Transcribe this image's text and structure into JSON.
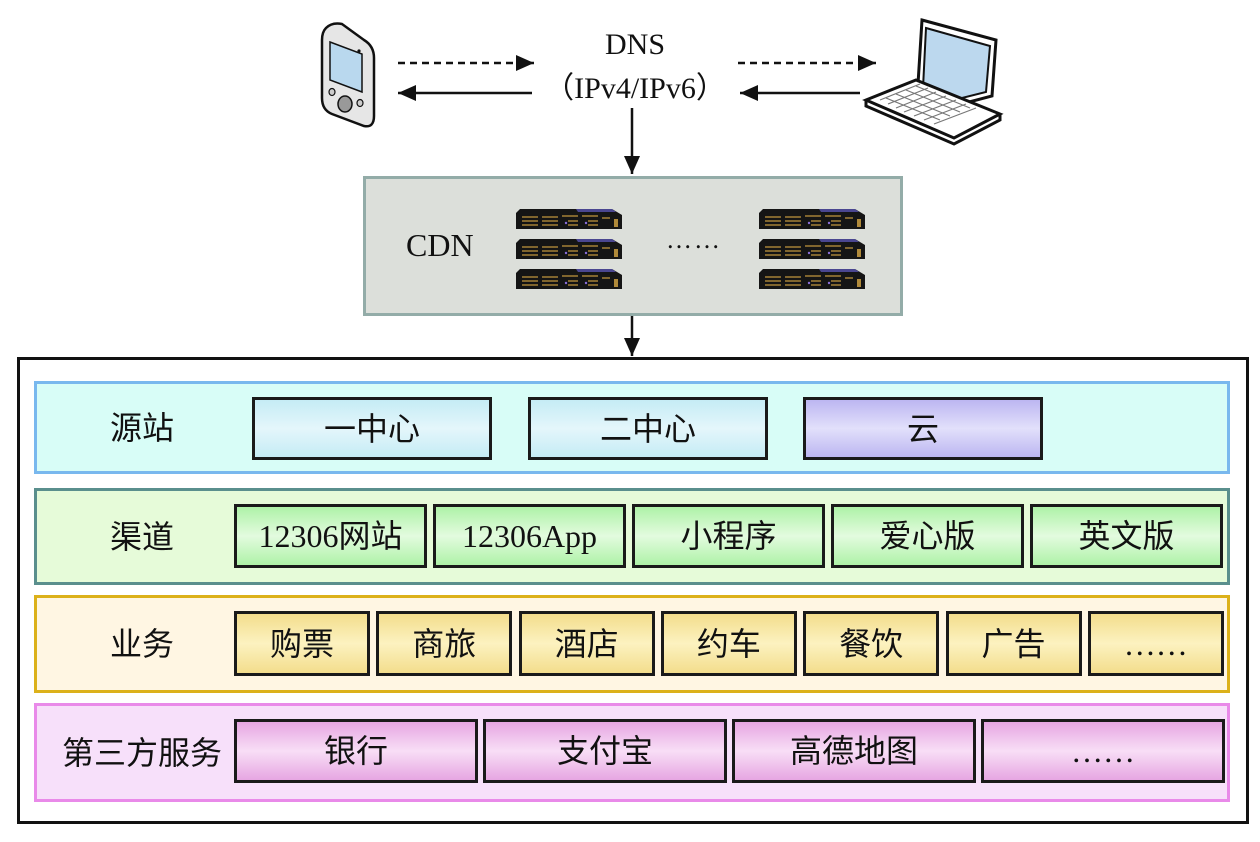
{
  "dns": {
    "title": "DNS",
    "subtitle": "（IPv4/IPv6）"
  },
  "clients": [
    {
      "name": "mobile-phone",
      "icon": "mobile-phone-icon"
    },
    {
      "name": "laptop",
      "icon": "laptop-icon"
    }
  ],
  "cdn": {
    "label": "CDN",
    "ellipsis": "……",
    "server_groups": 2,
    "servers_per_group": 3
  },
  "layers": [
    {
      "id": "origin",
      "label": "源站",
      "items": [
        "一中心",
        "二中心",
        "云"
      ]
    },
    {
      "id": "channel",
      "label": "渠道",
      "items": [
        "12306网站",
        "12306App",
        "小程序",
        "爱心版",
        "英文版"
      ]
    },
    {
      "id": "business",
      "label": "业务",
      "items": [
        "购票",
        "商旅",
        "酒店",
        "约车",
        "餐饮",
        "广告",
        "……"
      ]
    },
    {
      "id": "third_party",
      "label": "第三方服务",
      "items": [
        "银行",
        "支付宝",
        "高德地图",
        "……"
      ]
    }
  ],
  "colors": {
    "origin_layer_bg": "#d8fdf7",
    "origin_layer_border": "#79b8ee",
    "channel_layer_bg": "#e6fbd9",
    "channel_layer_border": "#5a8f8d",
    "business_layer_bg": "#fff6e3",
    "business_layer_border": "#dcb11a",
    "third_layer_bg": "#f7e0fa",
    "third_layer_border": "#e98ae9",
    "cdn_bg": "#dcdfda",
    "cloud_box": "#bcb6f1"
  }
}
